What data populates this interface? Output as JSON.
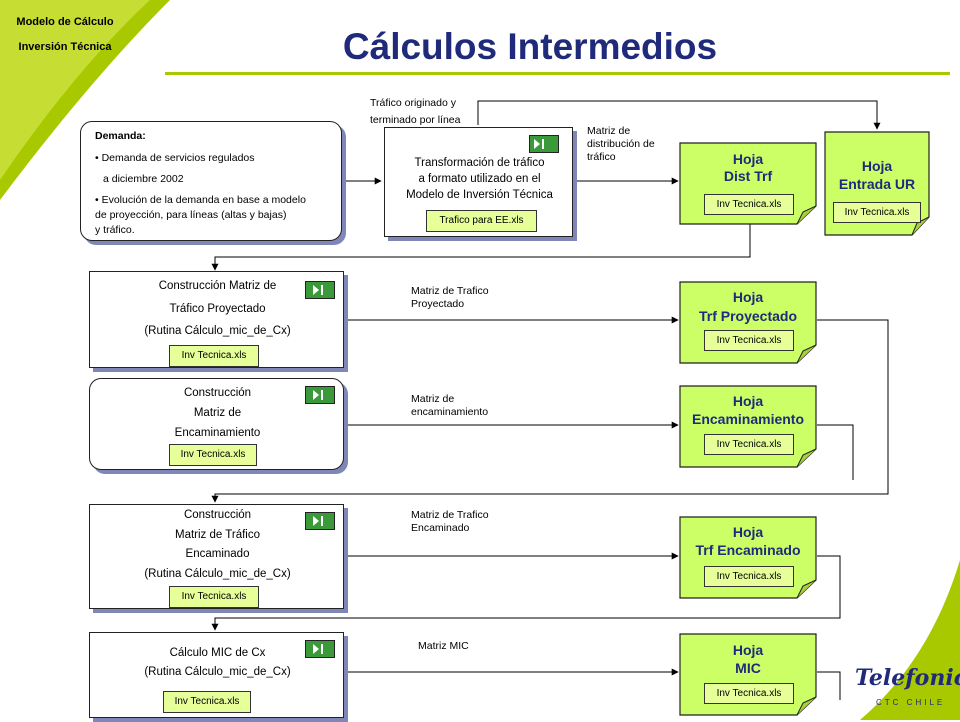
{
  "header": {
    "corner_line1": "Modelo de Cálculo",
    "corner_line2": "Inversión Técnica",
    "title": "Cálculos Intermedios",
    "accent_color": "#a8c800",
    "title_color": "#1f2a7a"
  },
  "demand": {
    "heading": "Demanda:",
    "bullet1_line1": "• Demanda de servicios regulados",
    "bullet1_line2": "a diciembre 2002",
    "bullet2_line1": "• Evolución de la demanda en base a modelo",
    "bullet2_line2": "de proyección, para líneas (altas y bajas)",
    "bullet2_line3": "y tráfico."
  },
  "transform": {
    "line1": "Transformación de tráfico",
    "line2": "a formato utilizado en el",
    "line3": "Modelo de Inversión Técnica",
    "tag": "Trafico para EE.xls"
  },
  "processes": [
    {
      "lines": [
        "Construcción Matriz de",
        "Tráfico Proyectado",
        "(Rutina Cálculo_mic_de_Cx)"
      ],
      "tag": "Inv Tecnica.xls"
    },
    {
      "lines": [
        "Construcción",
        "Matriz de",
        "Encaminamiento"
      ],
      "tag": "Inv Tecnica.xls"
    },
    {
      "lines": [
        "Construcción",
        "Matriz de Tráfico",
        "Encaminado",
        "(Rutina Cálculo_mic_de_Cx)"
      ],
      "tag": "Inv Tecnica.xls"
    },
    {
      "lines": [
        "Cálculo MIC de Cx",
        "(Rutina Cálculo_mic_de_Cx)"
      ],
      "tag": "Inv Tecnica.xls"
    }
  ],
  "sheets": [
    {
      "line1": "Hoja",
      "line2": "Dist Trf",
      "tag": "Inv Tecnica.xls"
    },
    {
      "line1": "Hoja",
      "line2": "Entrada UR",
      "tag": "Inv Tecnica.xls"
    },
    {
      "line1": "Hoja",
      "line2": "Trf Proyectado",
      "tag": "Inv Tecnica.xls"
    },
    {
      "line1": "Hoja",
      "line2": "Encaminamiento",
      "tag": "Inv Tecnica.xls"
    },
    {
      "line1": "Hoja",
      "line2": "Trf Encaminado",
      "tag": "Inv Tecnica.xls"
    },
    {
      "line1": "Hoja",
      "line2": "MIC",
      "tag": "Inv Tecnica.xls"
    }
  ],
  "edge_labels": {
    "traffic_orig_line1": "Tráfico originado y",
    "traffic_orig_line2": "terminado por línea",
    "dist_line1": "Matriz de",
    "dist_line2": "distribución de",
    "dist_line3": "tráfico",
    "proj_line1": "Matriz de Trafico",
    "proj_line2": "Proyectado",
    "enc_line1": "Matriz de",
    "enc_line2": "encaminamiento",
    "encaminado_line1": "Matriz de Trafico",
    "encaminado_line2": "Encaminado",
    "mic": "Matriz MIC"
  },
  "logo": {
    "brand": "Telefonica",
    "sub": "CTC CHILE"
  }
}
